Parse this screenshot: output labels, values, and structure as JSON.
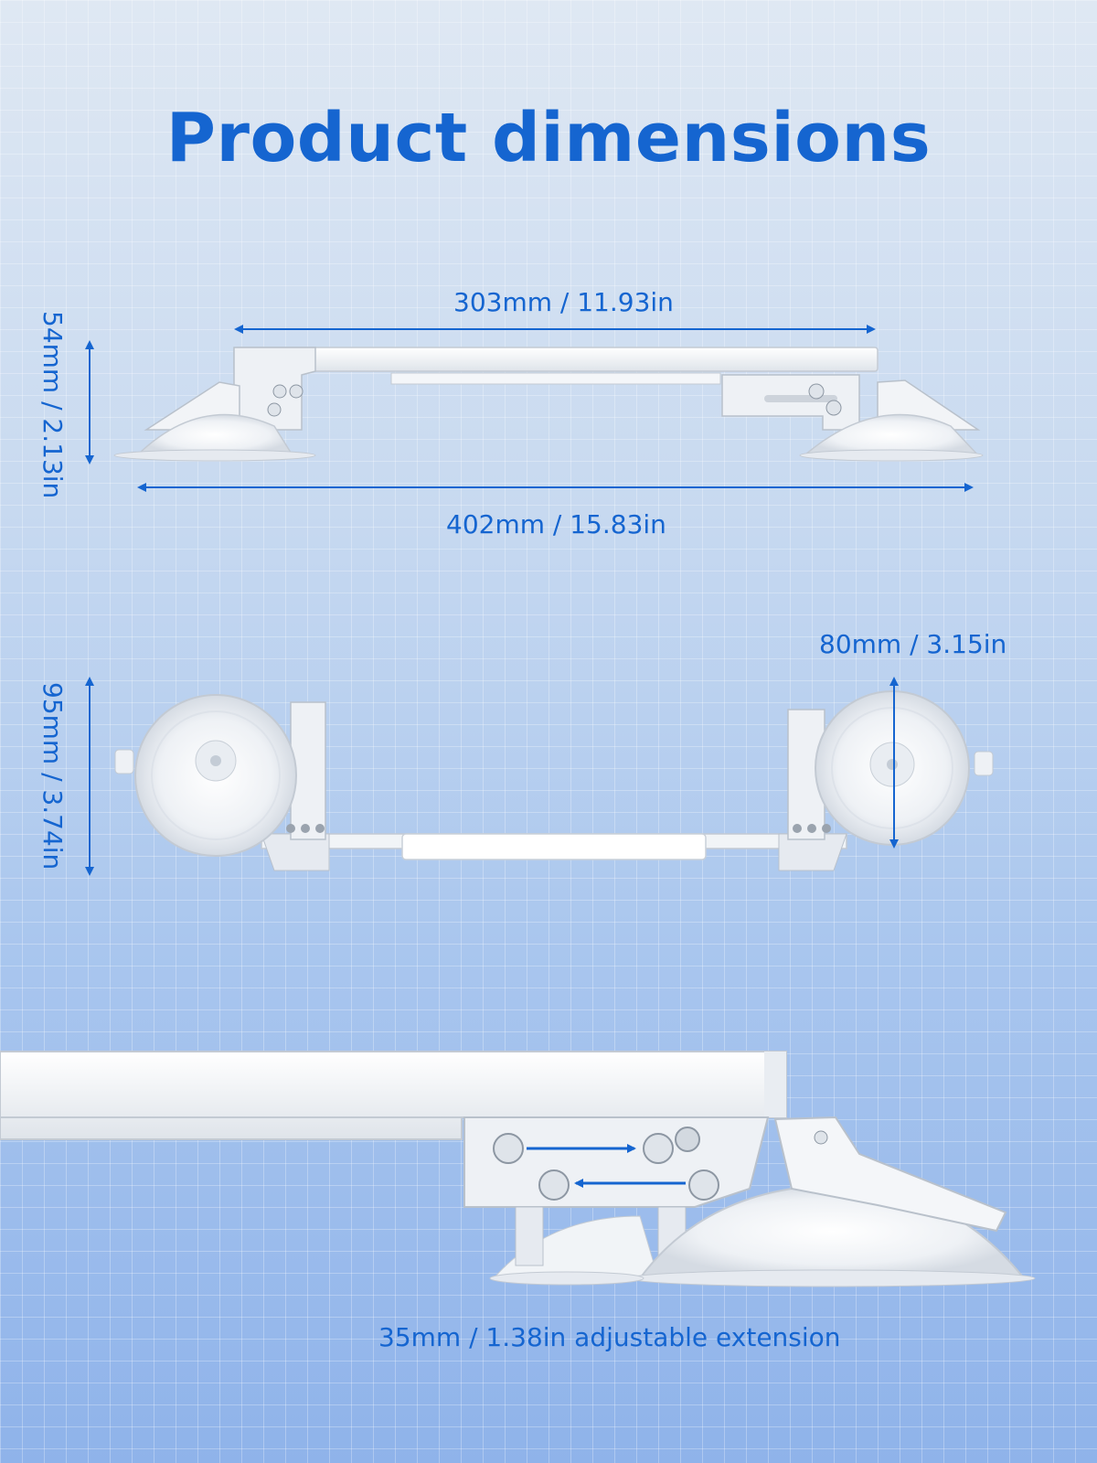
{
  "title": "Product dimensions",
  "top_view": {
    "inner_width": "303mm / 11.93in",
    "total_width": "402mm / 15.83in",
    "height": "54mm / 2.13in"
  },
  "bottom_view": {
    "cup_diameter": "80mm / 3.15in",
    "depth": "95mm / 3.74in"
  },
  "detail_view": {
    "caption": "35mm / 1.38in adjustable extension"
  },
  "colors": {
    "accent": "#1565d0",
    "product": "#f3f5f8"
  }
}
